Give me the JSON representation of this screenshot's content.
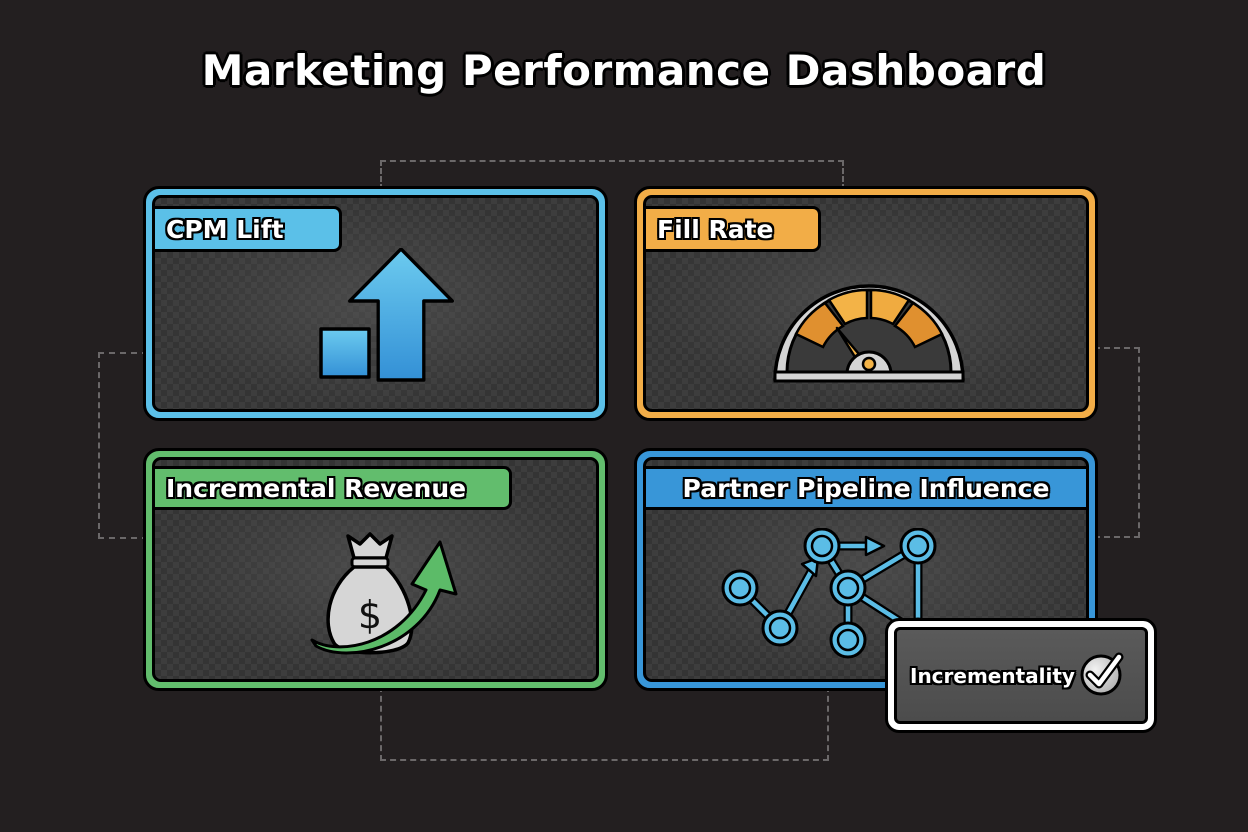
{
  "title": "Marketing Performance Dashboard",
  "colors": {
    "background": "#231f20",
    "cpm_lift": "#5bc0e8",
    "fill_rate": "#f2ad47",
    "incremental_revenue": "#62bd6d",
    "partner_pipeline": "#3896d8",
    "connector": "#6b6869",
    "badge_border": "#ffffff"
  },
  "panels": [
    {
      "id": "cpm-lift",
      "label": "CPM Lift",
      "icon": "bar-arrow-up-icon"
    },
    {
      "id": "fill-rate",
      "label": "Fill Rate",
      "icon": "gauge-icon"
    },
    {
      "id": "incremental-revenue",
      "label": "Incremental Revenue",
      "icon": "money-bag-growth-icon"
    },
    {
      "id": "partner-pipeline-influence",
      "label": "Partner Pipeline Influence",
      "icon": "network-graph-icon"
    }
  ],
  "badge": {
    "label": "Incrementality",
    "icon": "checkmark-circle-icon"
  },
  "connectors": [
    "top",
    "left",
    "right",
    "bottom"
  ]
}
